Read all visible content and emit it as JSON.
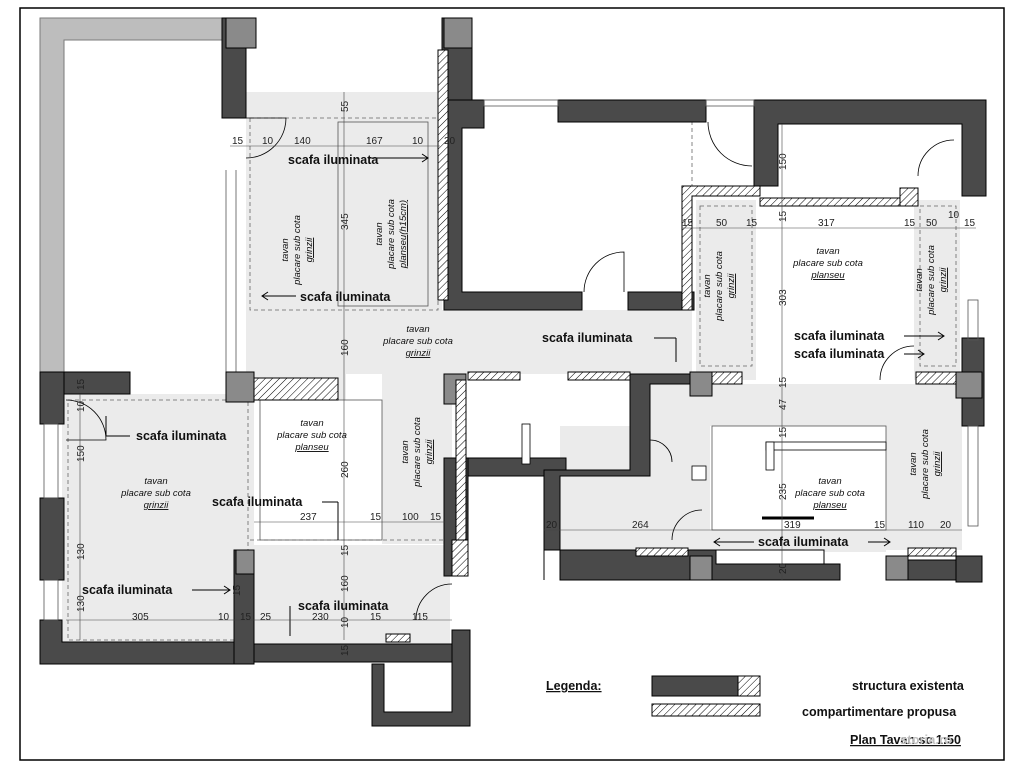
{
  "labels": {
    "scafa": "scafa iluminata"
  },
  "ceiling": {
    "line1": "tavan",
    "line2": "placare sub cota",
    "grinzii": "grinzii",
    "planseu": "planseu",
    "planseu_15": "planseu(h15cm)"
  },
  "dims": {
    "d15": "15",
    "d10": "10",
    "d20": "20",
    "d140": "140",
    "d167": "167",
    "d55": "55",
    "d345": "345",
    "d160": "160",
    "d260": "260",
    "d237": "237",
    "d100": "100",
    "d305": "305",
    "d25": "25",
    "d230": "230",
    "d115": "115",
    "d150": "150",
    "d130": "130",
    "d317": "317",
    "d50": "50",
    "d303": "303",
    "d47": "47",
    "d235": "235",
    "d264": "264",
    "d319": "319",
    "d110": "110"
  },
  "legend": {
    "title": "Legenda:",
    "existing": "structura existenta",
    "proposed": "compartimentare propusa",
    "scale": "Plan Tavan  sc 1:50"
  },
  "watermark": "storia.ro",
  "colors": {
    "wall": "#4a4a4a",
    "shade": "#ebebeb",
    "hatch": "#000000"
  }
}
